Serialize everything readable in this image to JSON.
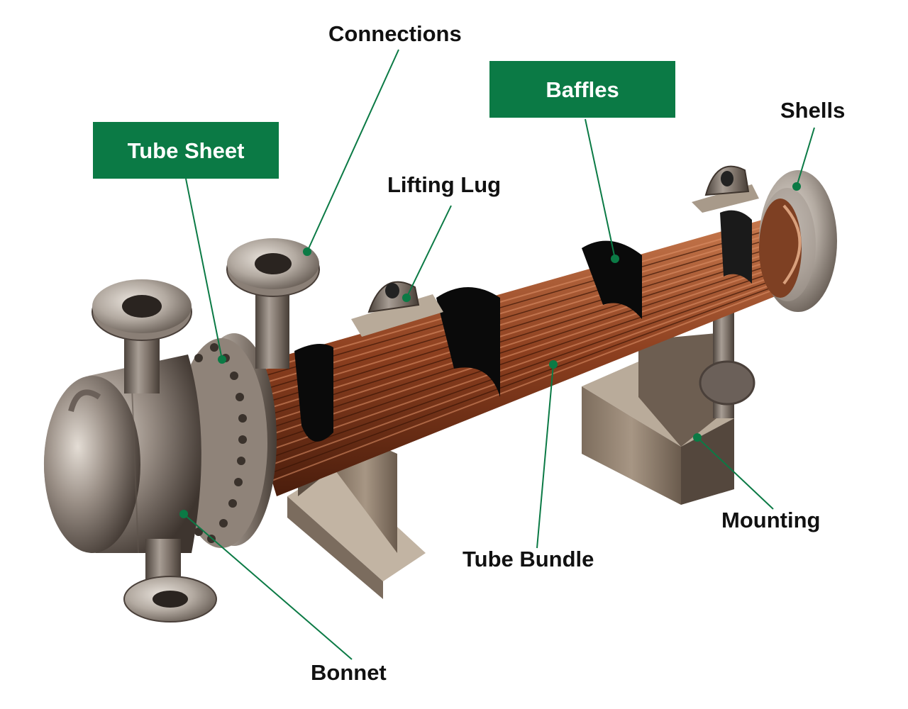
{
  "labels": {
    "connections": "Connections",
    "baffles": "Baffles",
    "shells": "Shells",
    "tube_sheet": "Tube Sheet",
    "lifting_lug": "Lifting Lug",
    "mounting": "Mounting",
    "tube_bundle": "Tube Bundle",
    "bonnet": "Bonnet"
  },
  "colors": {
    "accent": "#0b7a45",
    "text": "#111111",
    "steel": "#8a8078",
    "copper": "#9a4a26"
  }
}
